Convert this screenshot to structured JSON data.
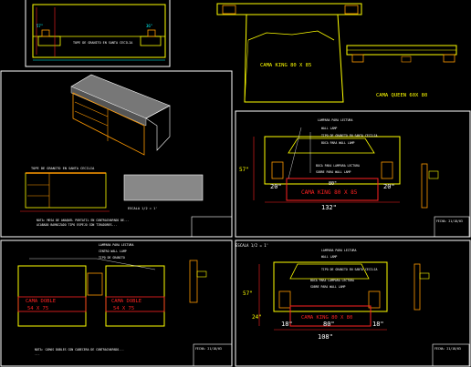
{
  "colors": {
    "background": "#000000",
    "frame": "#ffffff",
    "outline": "#ffff00",
    "accent": "#ff2020",
    "detail": "#00ffff",
    "wood": "#ff9900"
  },
  "top_left": {
    "plan_label": "TOPE DE GRANITO EN SANTA CECILIA",
    "dim_left": "57\"",
    "dim_right": "36\""
  },
  "top_right": {
    "king_bed": "CAMA KING 80 X 85",
    "queen_bed": "CAMA QUEEN 60X 80"
  },
  "mid_left": {
    "label_granite": "TOPE DE GRANITO EN SANTA CECILIA",
    "scale": "ESCALA 1/2 = 1'",
    "note_line1": "NOTA: MESA DE ANAQUEL PORTATIL EN CONTRACHAPADO DE...",
    "note_line2": "ACABADO BARNIZADO TIPO ESPEJO CON TIRADORES..."
  },
  "mid_right": {
    "callout_1": "LAMPARA PARA LECTURA",
    "callout_2": "WALL LAMP",
    "callout_3": "TIPO DE GRANITO EN SANTA CECILIA",
    "callout_4": "BOCA PARA WALL LAMP",
    "callout_5": "BOCA PARA LAMPARA LECTURA",
    "callout_6": "SOBRE PARA WALL LAMP",
    "bed_label": "CAMA KING 80 X 85",
    "dim_height": "57\"",
    "dim_side_left": "20\"",
    "dim_center": "80\"",
    "dim_side_right": "20\"",
    "dim_total": "132\"",
    "title_block": "FECHA: 21/18/03"
  },
  "bottom_left": {
    "callout_1": "LAMPARA PARA LECTURA",
    "callout_2": "CENTRO WALL LAMP",
    "callout_3": "TIPO DE GRANITO",
    "bed_left_1": "CAMA DOBLE",
    "bed_left_2": "54 X 75",
    "bed_right_1": "CAMA DOBLE",
    "bed_right_2": "54 X 75",
    "note_line1": "NOTA: CAMAS DOBLES CON CABECERA DE CONTRACHAPADO...",
    "note_line2": "...",
    "title_block": "FECHA: 21/18/03"
  },
  "bottom_right": {
    "scale": "ESCALA 1/2 = 1'",
    "callout_1": "LAMPARA PARA LECTURA",
    "callout_2": "WALL LAMP",
    "callout_3": "TIPO DE GRANITO EN SANTA CECILIA",
    "callout_4": "BOCA PARA LAMPARA LECTURA",
    "callout_5": "SOBRE PARA WALL LAMP",
    "bed_label": "CAMA KING 80 X 80",
    "dim_height": "57\"",
    "dim_lower": "24\"",
    "dim_side_left": "18\"",
    "dim_center": "80\"",
    "dim_side_right": "18\"",
    "dim_total": "108\"",
    "title_block": "FECHA: 21/18/03"
  }
}
